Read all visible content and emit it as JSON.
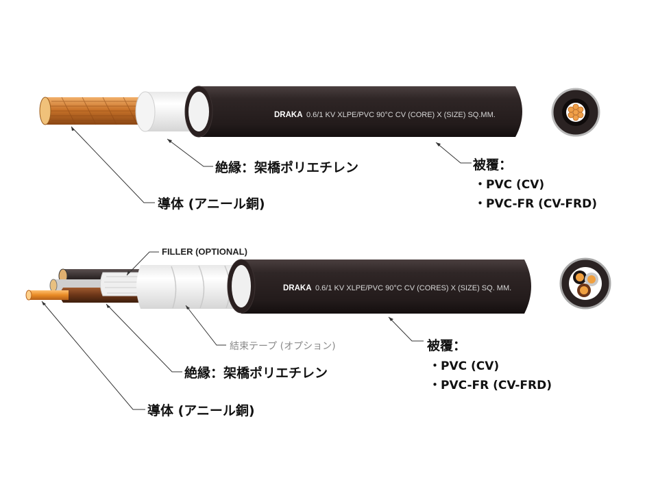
{
  "cable_single": {
    "print_brand": "DRAKA",
    "print_spec": "0.6/1 KV XLPE/PVC 90°C CV (CORE) X (SIZE) SQ.MM.",
    "label_insulation": "絶縁：架橋ポリエチレン",
    "label_conductor": "導体 (アニール銅)",
    "sheath_title": "被覆：",
    "sheath_items": [
      "・PVC (CV)",
      "・PVC-FR (CV-FRD)"
    ]
  },
  "cable_multi": {
    "print_brand": "DRAKA",
    "print_spec": "0.6/1 KV XLPE/PVC 90°C CV (CORES) X (SIZE) SQ. MM.",
    "label_filler": "FILLER (OPTIONAL)",
    "label_binding_tape": "結束テープ (オプション)",
    "label_insulation": "絶縁：架橋ポリエチレン",
    "label_conductor": "導体 (アニール銅)",
    "sheath_title": "被覆：",
    "sheath_items": [
      "・PVC (CV)",
      "・PVC-FR (CV-FRD)"
    ]
  },
  "colors": {
    "sheath": "#2b2121",
    "insulation": "#f7f7f7",
    "copper": "#c9742a",
    "core_brown": "#6b3518",
    "core_orange": "#e88a25"
  }
}
